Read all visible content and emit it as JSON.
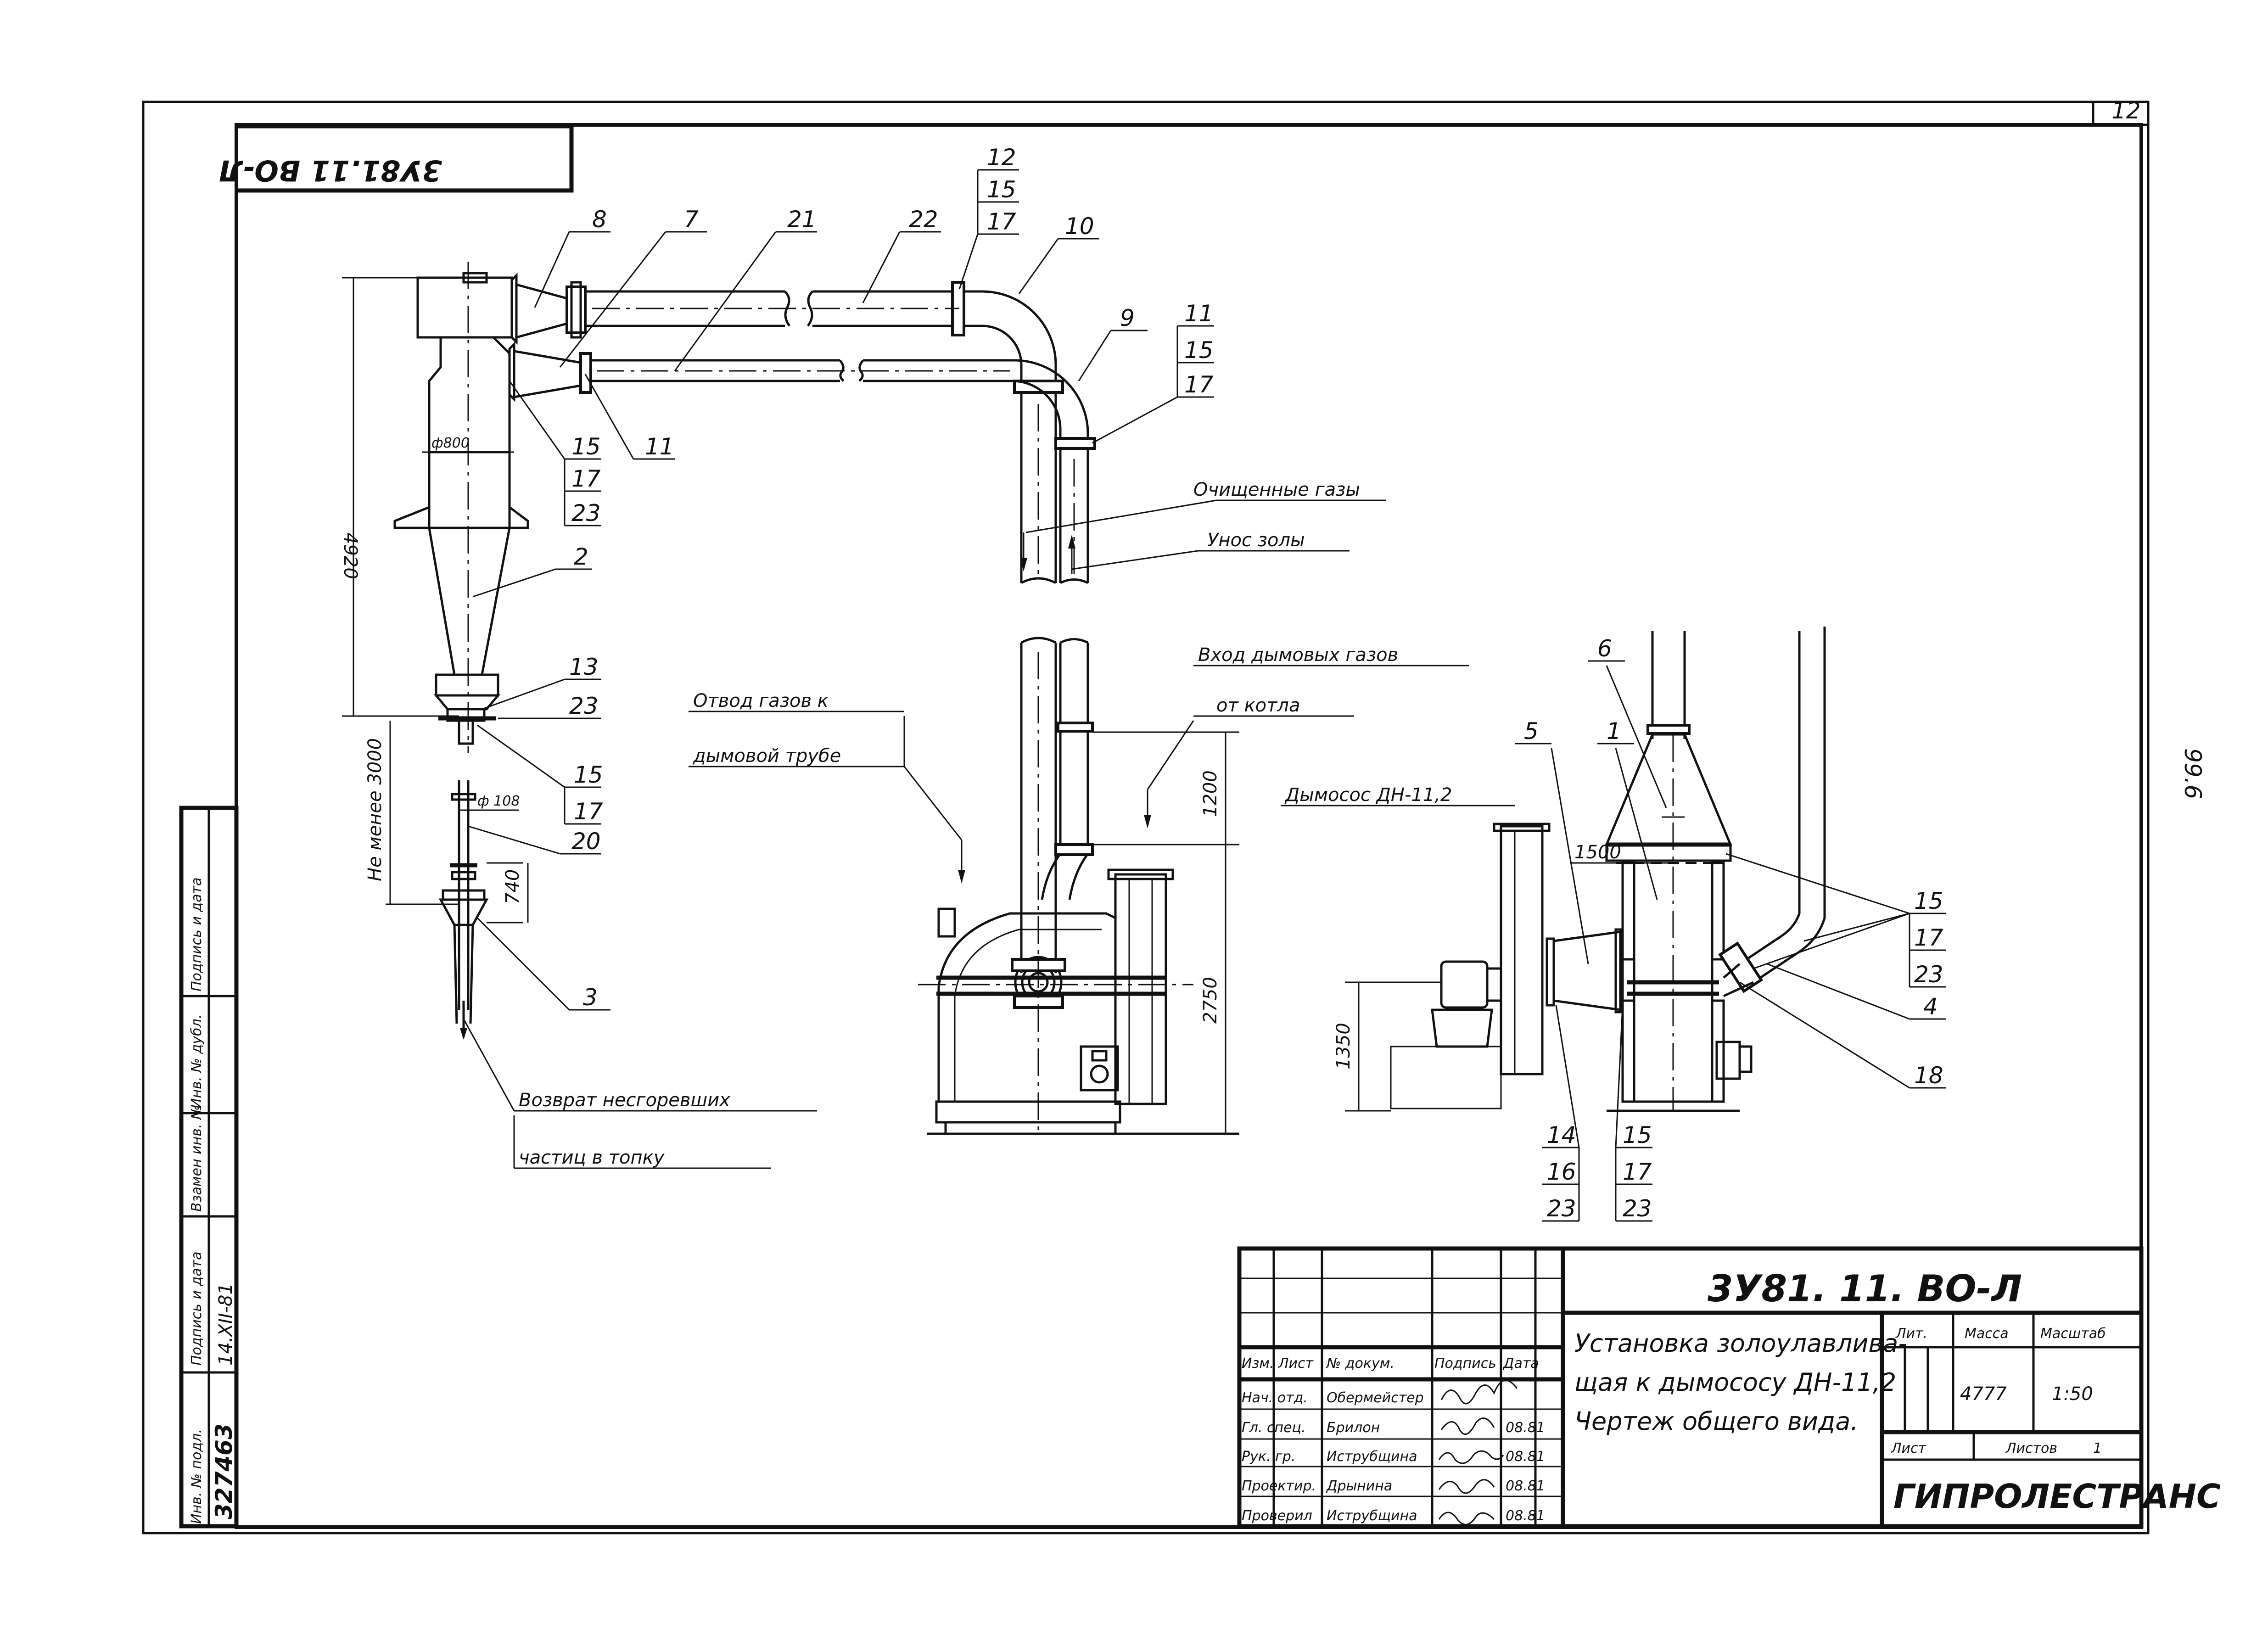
{
  "sheet": {
    "number": "12",
    "side_mark": "99.6",
    "rotated_code": "3У81.11 ВО-Л"
  },
  "cyclone": {
    "diameter_label": "ф800",
    "height_dim": "4920",
    "min_dim": "Не менее 3000",
    "pipe_dia": "ф 108",
    "dim_740": "740"
  },
  "fan": {
    "dim_1200": "1200",
    "dim_2750": "2750"
  },
  "side": {
    "fan_label": "Дымосос ДН-11,2",
    "dim_1500": "1500",
    "dim_1350": "1350"
  },
  "flow_labels": {
    "clean_gas": "Очищенные газы",
    "ash_removal": "Унос золы",
    "flue_inlet_1": "Вход дымовых газов",
    "flue_inlet_2": "от котла",
    "outlet_1": "Отвод газов к",
    "outlet_2": "дымовой трубе",
    "return_1": "Возврат несгоревших",
    "return_2": "частиц в топку"
  },
  "positions": {
    "p8": "8",
    "p7": "7",
    "p21": "21",
    "p22": "22",
    "p12": "12",
    "p15a": "15",
    "p17a": "17",
    "p10": "10",
    "p9": "9",
    "p11a": "11",
    "p15b": "15",
    "p17b": "17",
    "p15c": "15",
    "p17c": "17",
    "p23c": "23",
    "p11b": "11",
    "p2": "2",
    "p13": "13",
    "p23d": "23",
    "p15d": "15",
    "p17d": "17",
    "p20": "20",
    "p3": "3",
    "p6": "6",
    "p5": "5",
    "p1": "1",
    "p15e": "15",
    "p17e": "17",
    "p23e": "23",
    "p4": "4",
    "p18": "18",
    "p14": "14",
    "p16": "16",
    "p23f": "23",
    "p15f": "15",
    "p17f": "17",
    "p23g": "23"
  },
  "left_strip": {
    "inv_no_label": "Инв. № подл.",
    "inv_no_value": "327463",
    "sign_date_label": "Подпись и дата",
    "sign_date_value": "14.XII-81",
    "replace_label": "Взамен инв. №",
    "dup_label": "Инв. № дубл.",
    "sign_date_label2": "Подпись и дата"
  },
  "title_block": {
    "code": "3У81. 11. ВО-Л",
    "title_1": "Установка золоулавлива-",
    "title_2": "щая к дымососу ДН-11,2",
    "title_3": "Чертеж общего вида.",
    "hdr": [
      "Изм.",
      "Лист",
      "№ докум.",
      "Подпись",
      "Дата"
    ],
    "rows": [
      {
        "role": "Нач. отд.",
        "name": "Обермейстер",
        "date": ""
      },
      {
        "role": "Гл. спец.",
        "name": "Брилон",
        "date": "08.81"
      },
      {
        "role": "Рук. гр.",
        "name": "Иструбщина",
        "date": "08.81"
      },
      {
        "role": "Проектир.",
        "name": "Дрынина",
        "date": "08.81"
      },
      {
        "role": "Проверил",
        "name": "Иструбщина",
        "date": "08.81"
      }
    ],
    "lit_label": "Лит.",
    "mass_label": "Масса",
    "scale_label": "Масштаб",
    "mass_value": "4777",
    "scale_value": "1:50",
    "sheet_label": "Лист",
    "sheets_label": "Листов",
    "sheets_value": "1",
    "org": "ГИПРОЛЕСТРАНС"
  }
}
